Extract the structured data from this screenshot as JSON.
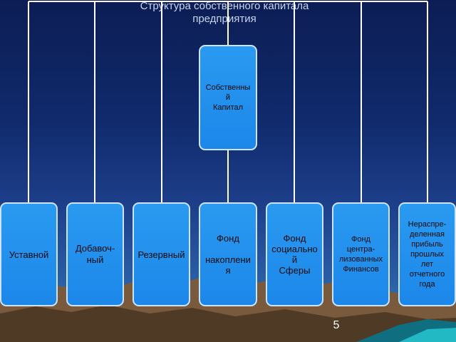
{
  "title": "Структура собственного капитала\nпредприятия",
  "root": {
    "label": "Собственны\nй\nКапитал"
  },
  "children": [
    {
      "key": "ustavnoy",
      "label": "Уставной"
    },
    {
      "key": "dobavoch",
      "label": "Добавоч-\nный"
    },
    {
      "key": "rezervny",
      "label": "Резервный"
    },
    {
      "key": "nakopleniya",
      "label": "Фонд\n\nнакоплени\nя"
    },
    {
      "key": "socsfery",
      "label": "Фонд\nсоциально\nй\nСферы"
    },
    {
      "key": "centr",
      "label": "Фонд\nцентра-\nлизованных\nФинансов"
    },
    {
      "key": "neraspr",
      "label": "Нераспре-\nделенная\nприбыль\nпрошлых\nлет\nотчетного\nгода"
    }
  ],
  "page_number": "5",
  "colors": {
    "box_fill": "#1f8cec",
    "box_border": "#cfe3ff",
    "connector": "#ffffff",
    "background_top": "#0c1d54"
  }
}
